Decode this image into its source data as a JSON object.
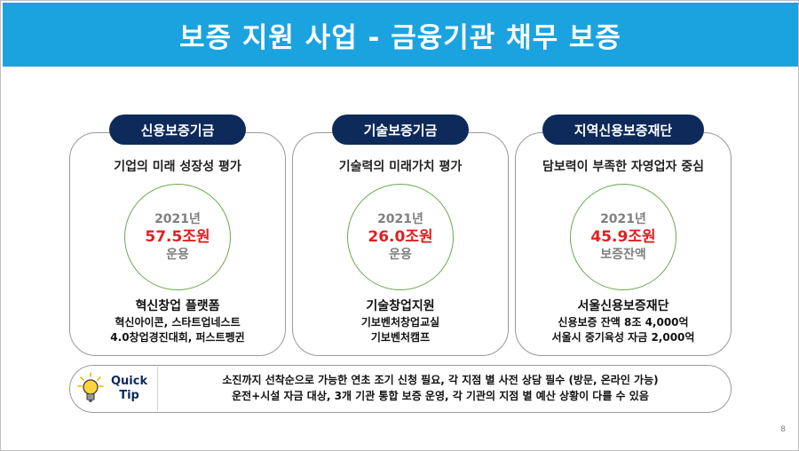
{
  "title": "보증 지원 사업 - 금융기관 채무 보증",
  "cards": [
    {
      "header": "신용보증기금",
      "subtitle": "기업의 미래 성장성 평가",
      "year": "2021년",
      "amount": "57.5조원",
      "amount_label": "운용",
      "bottom_title": "혁신창업 플랫폼",
      "bottom_lines": [
        "혁신아이콘, 스타트업네스트",
        "4.0창업경진대회, 퍼스트펭귄"
      ]
    },
    {
      "header": "기술보증기금",
      "subtitle": "기술력의 미래가치 평가",
      "year": "2021년",
      "amount": "26.0조원",
      "amount_label": "운용",
      "bottom_title": "기술창업지원",
      "bottom_lines": [
        "기보벤처창업교실",
        "기보벤처캠프"
      ]
    },
    {
      "header": "지역신용보증재단",
      "subtitle": "담보력이 부족한 자영업자 중심",
      "year": "2021년",
      "amount": "45.9조원",
      "amount_label": "보증잔액",
      "bottom_title": "서울신용보증재단",
      "bottom_lines": [
        "신용보증 잔액 8조 4,000억",
        "서울시 중기육성 자금 2,000억"
      ]
    }
  ],
  "tip": {
    "label_line1": "Quick",
    "label_line2": "Tip",
    "icon": "lightbulb-icon",
    "lines": [
      "소진까지 선착순으로 가능한 연초 조기 신청 필요, 각 지점 별 사전 상담 필수 (방문, 온라인 가능)",
      "운전+시설 자금 대상, 3개 기관 통합 보증 운영, 각 기관의 지점 별 예산 상황이 다를 수 있음"
    ]
  },
  "page_number": "8",
  "colors": {
    "title_bar": "#1ba3e0",
    "header_pill": "#0d2a5b",
    "amount": "#e02020",
    "circle_border": "#6aa84f"
  }
}
